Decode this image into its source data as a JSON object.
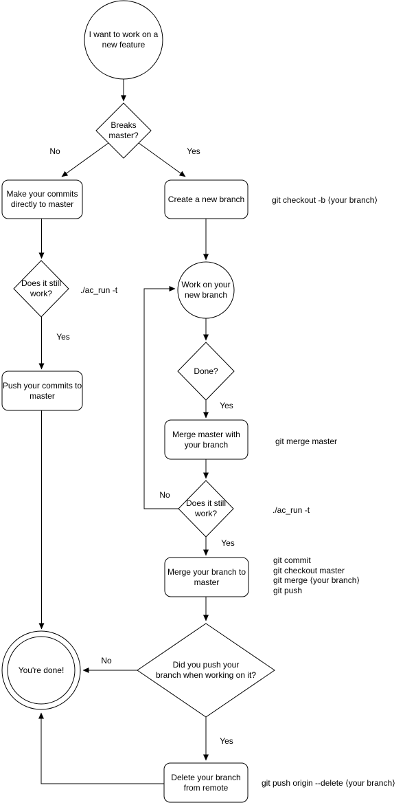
{
  "colors": {
    "stroke": "#000000",
    "fill": "#ffffff",
    "text": "#000000",
    "background": "#ffffff"
  },
  "nodes": {
    "start": "I want to work on a\nnew feature",
    "breaks_master": "Breaks\nmaster?",
    "make_commits": "Make your commits\ndirectly to master",
    "create_branch": "Create a new branch",
    "still_works_1": "Does it still\nwork?",
    "work_branch": "Work on your\nnew branch",
    "push_commits": "Push your commits to\nmaster",
    "done": "Done?",
    "merge_master_with_branch": "Merge master with\nyour branch",
    "still_works_2": "Does it still\nwork?",
    "merge_branch_to_master": "Merge your branch to\nmaster",
    "did_you_push": "Did you push your\nbranch when working on it?",
    "youre_done": "You're done!",
    "delete_remote_branch": "Delete your branch\nfrom remote"
  },
  "edge_labels": {
    "breaks_no": "No",
    "breaks_yes": "Yes",
    "still_works_1_yes": "Yes",
    "done_yes": "Yes",
    "still_works_2_no": "No",
    "still_works_2_yes": "Yes",
    "did_you_push_no": "No",
    "did_you_push_yes": "Yes"
  },
  "annotations": {
    "create_branch_cmd": "git checkout -b ⟨your branch⟩",
    "test_cmd_1": "./ac_run -t",
    "merge_master_cmd": "git merge master",
    "test_cmd_2": "./ac_run -t",
    "merge_to_master_cmds": "git commit\ngit checkout master\ngit merge ⟨your branch⟩\ngit push",
    "delete_remote_cmd": "git push origin --delete ⟨your branch⟩"
  }
}
